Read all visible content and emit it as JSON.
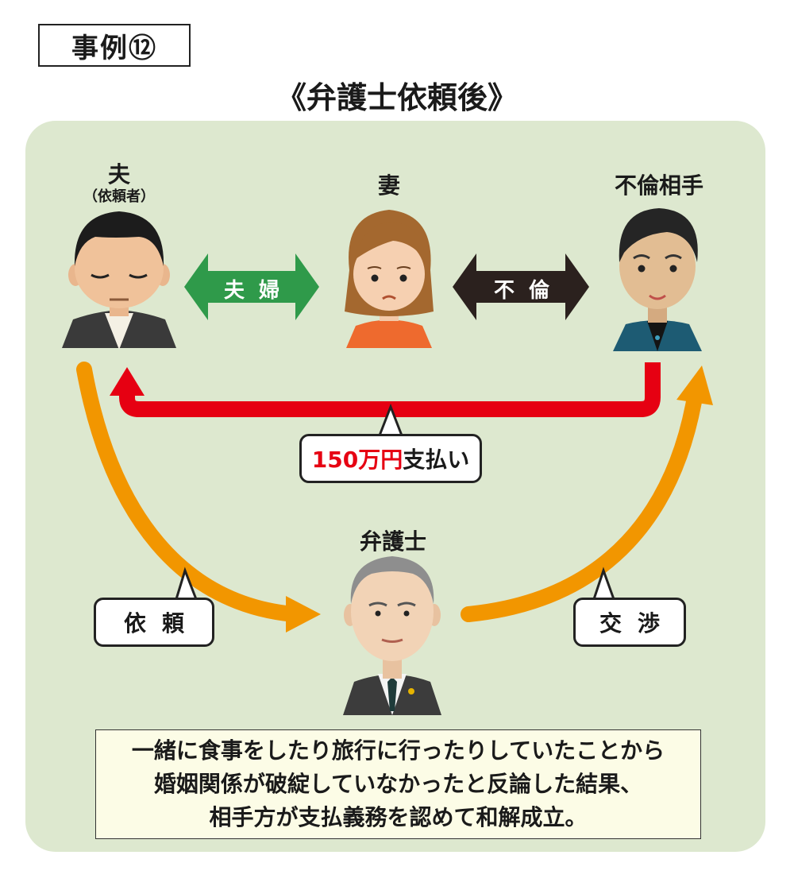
{
  "header": {
    "case_label": "事例⑫",
    "title": "《弁護士依頼後》"
  },
  "people": {
    "husband": {
      "name": "夫",
      "role": "（依頼者）"
    },
    "wife": {
      "name": "妻"
    },
    "partner": {
      "name": "不倫相手"
    },
    "lawyer": {
      "name": "弁護士"
    }
  },
  "relations": {
    "marriage": "夫婦",
    "affair": "不倫"
  },
  "payment": {
    "amount": "150万円",
    "action": "支払い"
  },
  "actions": {
    "request": "依頼",
    "negotiate": "交渉"
  },
  "summary": {
    "line1": "一緒に食事をしたり旅行に行ったりしていたことから",
    "line2": "婚姻関係が破綻していなかったと反論した結果、",
    "line3": "相手方が支払義務を認めて和解成立。"
  },
  "colors": {
    "panel_bg": "#dde8cf",
    "marriage_arrow": "#2f9a4a",
    "affair_arrow": "#2b211e",
    "payment_arrow": "#e60012",
    "flow_arrow": "#f29600",
    "note_bg": "#fcfce6"
  }
}
